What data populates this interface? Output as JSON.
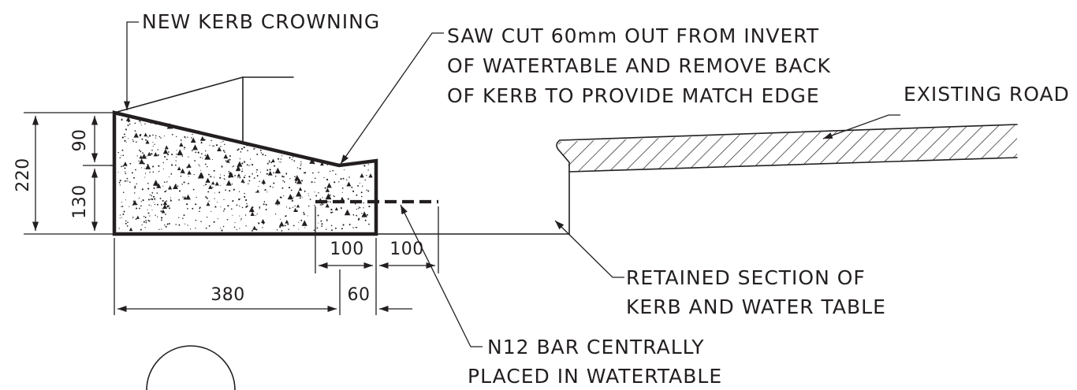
{
  "annotations": {
    "new_kerb": "NEW KERB CROWNING",
    "saw_cut": [
      "SAW CUT 60mm OUT FROM INVERT",
      "OF WATERTABLE AND REMOVE BACK",
      "OF KERB TO PROVIDE MATCH EDGE"
    ],
    "existing_road": "EXISTING ROAD",
    "retained": [
      "RETAINED SECTION OF",
      "KERB AND WATER TABLE"
    ],
    "n12_bar": [
      "N12 BAR CENTRALLY",
      "PLACED IN WATERTABLE"
    ]
  },
  "dimensions": {
    "overall_height": "220",
    "upper_height": "90",
    "lower_height": "130",
    "overall_width": "380",
    "bar_left": "100",
    "bar_right": "100",
    "saw_offset": "60"
  },
  "colors": {
    "line": "#231f20",
    "background": "#ffffff"
  }
}
